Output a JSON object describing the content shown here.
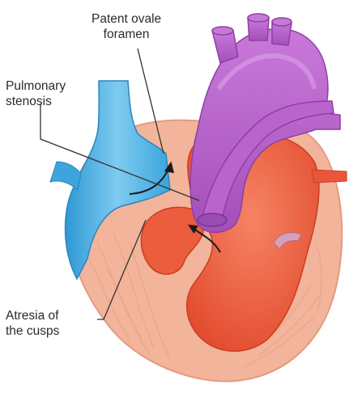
{
  "labels": {
    "patent_ovale_foramen": {
      "line1": "Patent ovale",
      "line2": "foramen"
    },
    "pulmonary_stenosis": {
      "line1": "Pulmonary",
      "line2": "stenosis"
    },
    "atresia_of_cusps": {
      "line1": "Atresia of",
      "line2": "the cusps"
    }
  },
  "colors": {
    "heart_outer": "#f2b49a",
    "heart_muscle": "#f7c3ad",
    "chamber": "#ea5a3c",
    "chamber_light": "#f37b5a",
    "vena_cava": "#45ace0",
    "vena_cava_light": "#8fd0f2",
    "aorta": "#b45fc7",
    "aorta_light": "#d48fe0",
    "leader_line": "#333333",
    "arrow": "#1a1a1a"
  }
}
